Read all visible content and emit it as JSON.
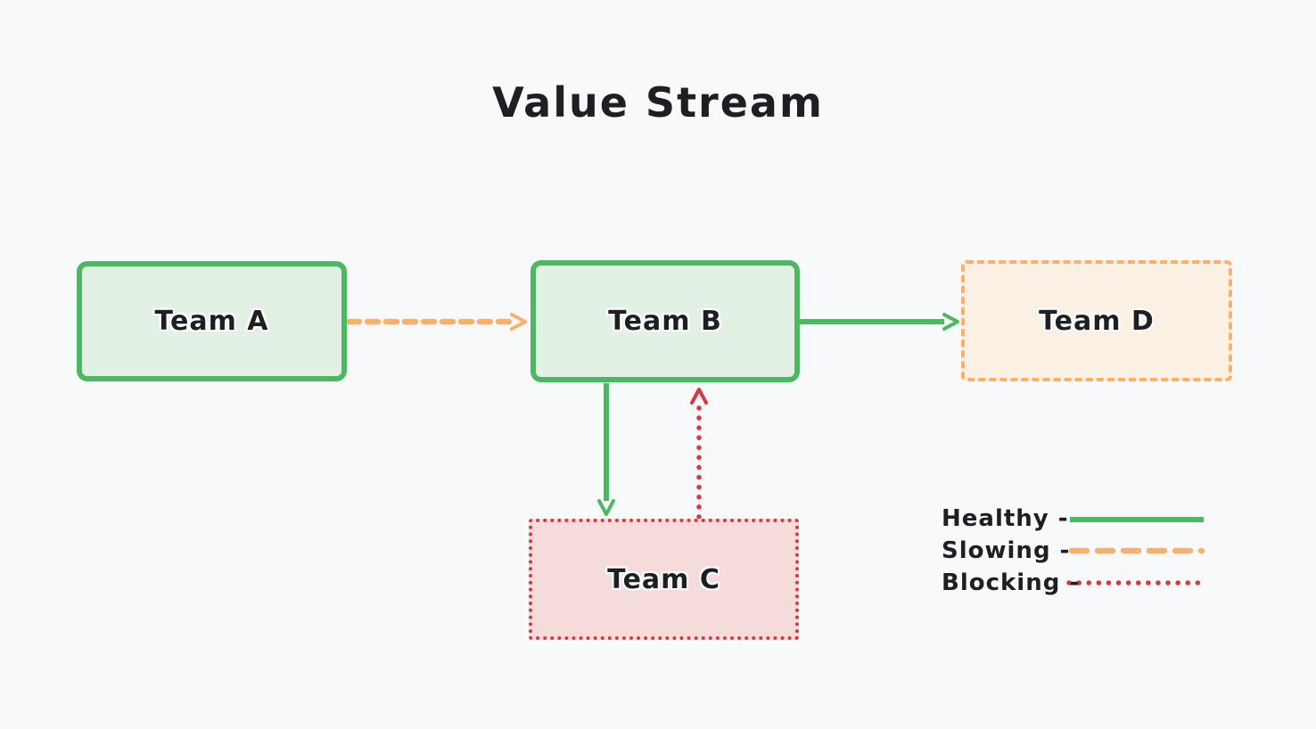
{
  "title": "Value Stream",
  "nodes": [
    {
      "id": "team-a",
      "label": "Team A",
      "status": "healthy"
    },
    {
      "id": "team-b",
      "label": "Team B",
      "status": "healthy"
    },
    {
      "id": "team-c",
      "label": "Team C",
      "status": "blocking"
    },
    {
      "id": "team-d",
      "label": "Team D",
      "status": "slowing"
    }
  ],
  "edges": [
    {
      "from": "Team A",
      "to": "Team B",
      "status": "slowing",
      "style": "dashed-orange"
    },
    {
      "from": "Team B",
      "to": "Team D",
      "status": "healthy",
      "style": "solid-green"
    },
    {
      "from": "Team B",
      "to": "Team C",
      "status": "healthy",
      "style": "solid-green"
    },
    {
      "from": "Team C",
      "to": "Team B",
      "status": "blocking",
      "style": "dotted-red"
    }
  ],
  "legend": {
    "items": [
      {
        "label": "Healthy -",
        "line_style": "solid",
        "color": "#4cb862"
      },
      {
        "label": "Slowing -",
        "line_style": "dashed",
        "color": "#f8b16a"
      },
      {
        "label": "Blocking -",
        "line_style": "dotted",
        "color": "#d6393f"
      }
    ]
  },
  "colors": {
    "background": "#f8f9fb",
    "healthy_stroke": "#4cb862",
    "healthy_fill": "#e3f1e5",
    "slowing_stroke": "#f8b16a",
    "slowing_fill": "#faf0e3",
    "blocking_stroke": "#d6393f",
    "blocking_fill": "#f6dbdb",
    "text": "#1e1f22"
  }
}
